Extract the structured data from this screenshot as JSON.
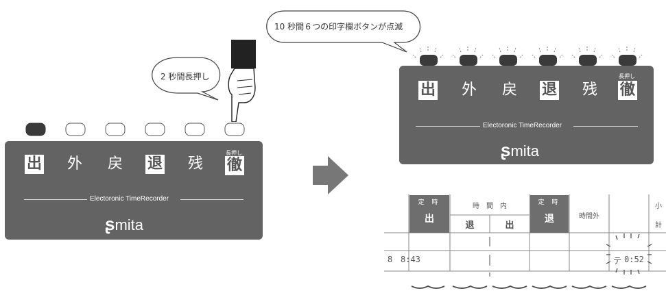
{
  "left_device": {
    "callout": "2 秒間長押し",
    "labels": [
      "出",
      "外",
      "戻",
      "退",
      "残",
      "徹"
    ],
    "long_press_label": "長押し",
    "brand_line": "Electoronic TimeRecorder",
    "logo": "mita"
  },
  "right_device": {
    "callout": "10 秒間６つの印字欄ボタンが点滅",
    "labels": [
      "出",
      "外",
      "戻",
      "退",
      "残",
      "徹"
    ],
    "long_press_label": "長押し",
    "brand_line": "Electoronic TimeRecorder",
    "logo": "mita"
  },
  "card": {
    "col_teiji_out_top": "定 時",
    "col_teiji_out_bottom": "出",
    "col_jikannai_top": "時　間　内",
    "col_jikannai_taiki": "退",
    "col_jikannai_shutsu": "出",
    "col_teiji_in_top": "定 時",
    "col_teiji_in_bottom": "退",
    "col_overtime": "時間外",
    "col_subtotal_top": "小",
    "col_subtotal_bottom": "計",
    "row1_time": "8:43",
    "row1_day": "8",
    "row1_flash_time": "0:52",
    "row1_flash_day": "テ"
  },
  "icons": [
    "hand-pointer-icon",
    "arrow-right-icon",
    "blink-rays-icon",
    "brace-icon"
  ]
}
